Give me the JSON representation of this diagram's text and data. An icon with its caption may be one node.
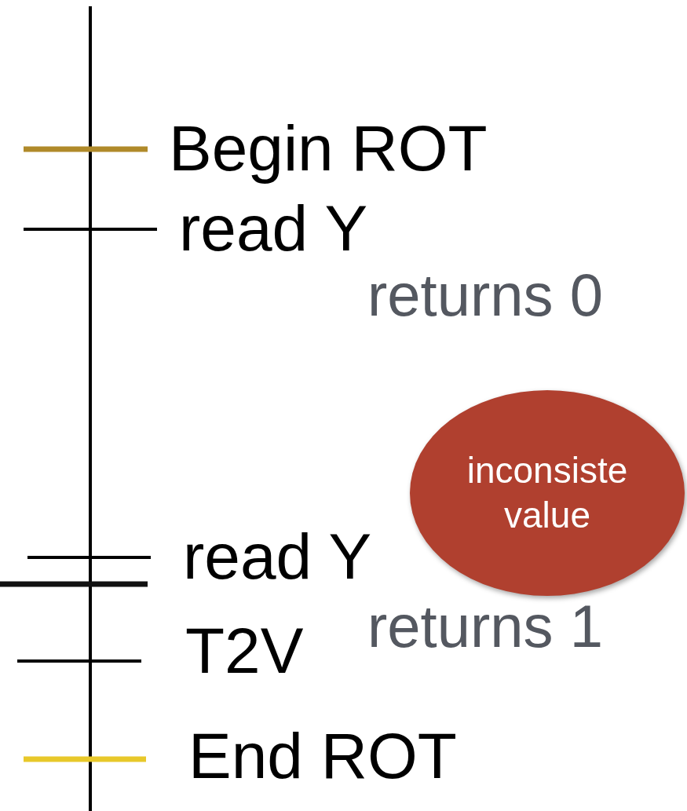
{
  "diagram": {
    "nodes": [
      {
        "text": [
          "inconsiste value"
        ]
      }
    ],
    "labels": [
      "Begin ROT",
      "read Y",
      "returns 0",
      "read Y",
      "returns 1",
      "T2V",
      "End ROT"
    ]
  }
}
